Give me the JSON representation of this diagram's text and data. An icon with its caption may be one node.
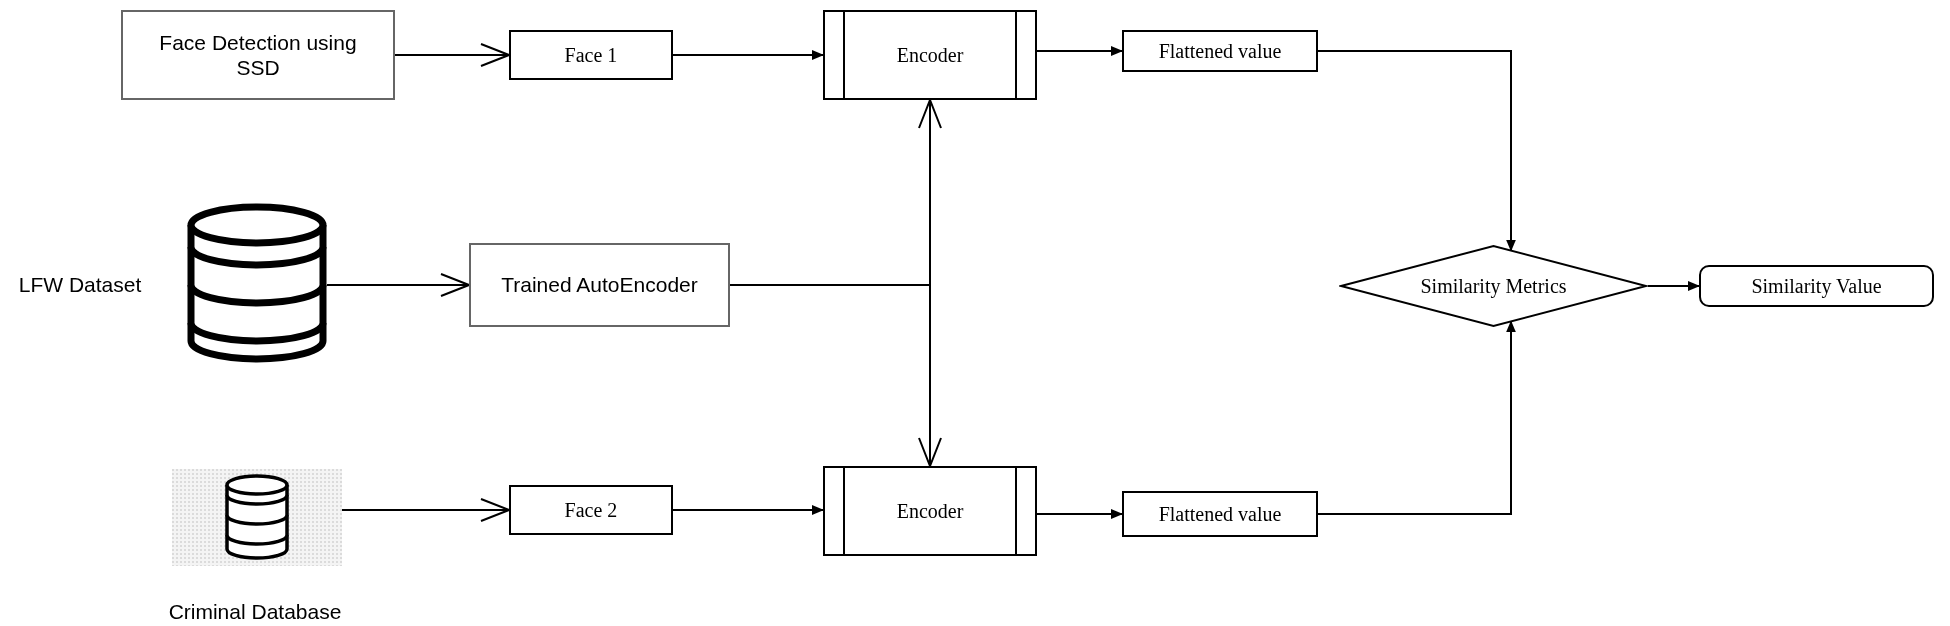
{
  "diagram": {
    "nodes": [
      {
        "text": [
          "Face Detection using SSD"
        ]
      },
      {
        "text": [
          "Face 1"
        ]
      },
      {
        "text": [
          "Encoder"
        ]
      },
      {
        "text": [
          "Flattened value"
        ]
      },
      {
        "text": [],
        "shape": "cylinder",
        "beside": [
          "LFW Dataset"
        ]
      },
      {
        "text": [
          "Trained AutoEncoder"
        ]
      },
      {
        "text": [],
        "shape": "cylinder",
        "beside": [
          "Criminal Database"
        ]
      },
      {
        "text": [
          "Face 2"
        ]
      },
      {
        "text": [
          "Encoder"
        ]
      },
      {
        "text": [
          "Flattened value"
        ]
      },
      {
        "text": [
          "Similarity Metrics"
        ]
      },
      {
        "text": [
          "Similarity Value"
        ]
      }
    ],
    "edges": [
      {
        "from": 0,
        "to": 1,
        "arrow": "to"
      },
      {
        "from": 1,
        "to": 2,
        "arrow": "to"
      },
      {
        "from": 2,
        "to": 3,
        "arrow": "to"
      },
      {
        "from": 3,
        "to": 10,
        "arrow": "to"
      },
      {
        "from": 4,
        "to": 5,
        "arrow": "to"
      },
      {
        "from": 5,
        "to": 2,
        "arrow": "to"
      },
      {
        "from": 5,
        "to": 8,
        "arrow": "to"
      },
      {
        "from": 6,
        "to": 7,
        "arrow": "to"
      },
      {
        "from": 7,
        "to": 8,
        "arrow": "to"
      },
      {
        "from": 8,
        "to": 9,
        "arrow": "to"
      },
      {
        "from": 9,
        "to": 10,
        "arrow": "to"
      },
      {
        "from": 10,
        "to": 11,
        "arrow": "to"
      }
    ]
  }
}
